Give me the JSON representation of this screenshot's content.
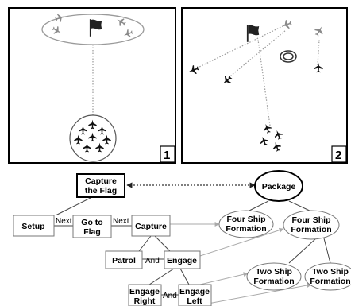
{
  "panels": [
    {
      "label": "1"
    },
    {
      "label": "2"
    }
  ],
  "behavior_tree": {
    "root": [
      "Capture",
      "the Flag"
    ],
    "setup": [
      "Setup"
    ],
    "go_to_flag": [
      "Go to",
      "Flag"
    ],
    "capture": [
      "Capture"
    ],
    "patrol": [
      "Patrol"
    ],
    "engage": [
      "Engage"
    ],
    "engage_right": [
      "Engage",
      "Right"
    ],
    "engage_left": [
      "Engage",
      "Left"
    ],
    "connector_next_1": "Next",
    "connector_next_2": "Next",
    "connector_and_1": "And",
    "connector_and_2": "And"
  },
  "team_tree": {
    "package": [
      "Package"
    ],
    "four_ship_a": [
      "Four Ship",
      "Formation"
    ],
    "four_ship_b": [
      "Four Ship",
      "Formation"
    ],
    "two_ship_a": [
      "Two Ship",
      "Formation"
    ],
    "two_ship_b": [
      "Two Ship",
      "Formation"
    ]
  },
  "icons": {
    "aircraft": "jet-icon",
    "flag": "flag-icon",
    "target": "target-rings-icon"
  },
  "colors": {
    "border": "#000000",
    "aircraft_dark": "#111111",
    "aircraft_light": "#8a8a8a",
    "dotted_link": "#9a9a9a"
  }
}
